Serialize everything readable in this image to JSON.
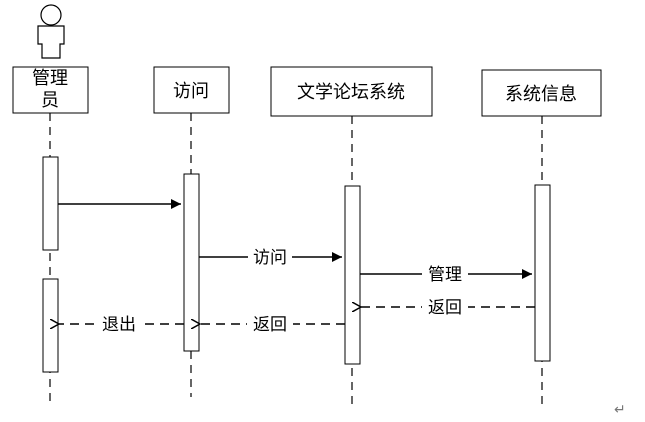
{
  "actor": {
    "name_line1": "管理",
    "name_line2": "员"
  },
  "lifelines": [
    {
      "id": "visit",
      "label": "访问"
    },
    {
      "id": "forum",
      "label": "文学论坛系统"
    },
    {
      "id": "info",
      "label": "系统信息"
    }
  ],
  "messages": [
    {
      "id": "m1",
      "label": "",
      "style": "solid"
    },
    {
      "id": "m2",
      "label": "访问",
      "style": "solid"
    },
    {
      "id": "m3",
      "label": "管理",
      "style": "solid"
    },
    {
      "id": "m4",
      "label": "返回",
      "style": "dashed"
    },
    {
      "id": "m5",
      "label": "返回",
      "style": "dashed"
    },
    {
      "id": "m6",
      "label": "退出",
      "style": "dashed"
    }
  ],
  "end_mark": "↵"
}
